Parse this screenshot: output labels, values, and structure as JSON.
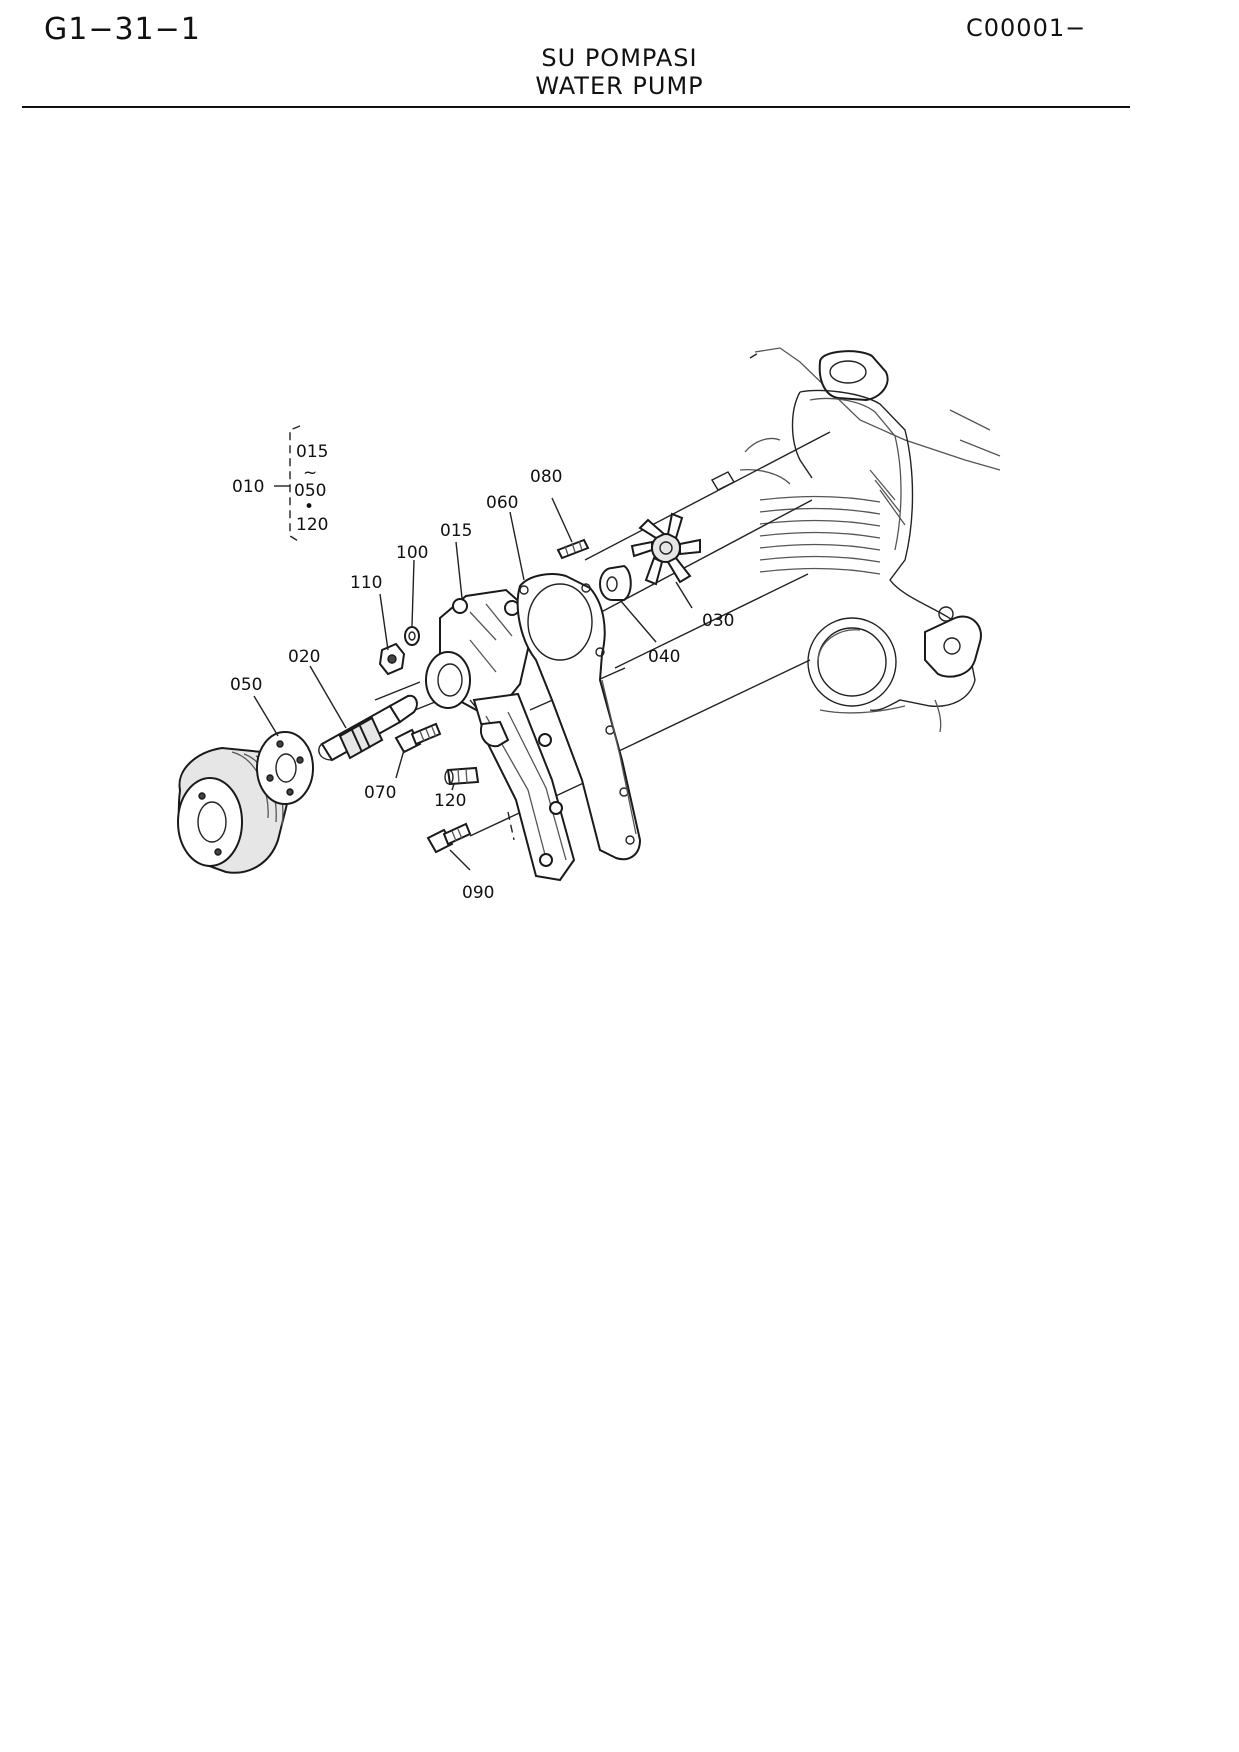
{
  "header": {
    "page_code": "G1−31−1",
    "doc_code": "C00001−",
    "title_tr": "SU POMPASI",
    "title_en": "WATER PUMP"
  },
  "diagram": {
    "assembly": {
      "ref": "010",
      "range_start": "015",
      "range_sep": "~",
      "range_end": "050",
      "range_plus": "•",
      "range_extra": "120"
    },
    "callouts": [
      {
        "id": "080",
        "part": "stud"
      },
      {
        "id": "060",
        "part": "gasket"
      },
      {
        "id": "015",
        "part": "pump-body"
      },
      {
        "id": "100",
        "part": "washer"
      },
      {
        "id": "110",
        "part": "nut"
      },
      {
        "id": "020",
        "part": "shaft-bearing"
      },
      {
        "id": "050",
        "part": "flange"
      },
      {
        "id": "030",
        "part": "impeller"
      },
      {
        "id": "040",
        "part": "seal"
      },
      {
        "id": "070",
        "part": "bolt"
      },
      {
        "id": "120",
        "part": "pipe"
      },
      {
        "id": "090",
        "part": "bolt"
      }
    ]
  }
}
